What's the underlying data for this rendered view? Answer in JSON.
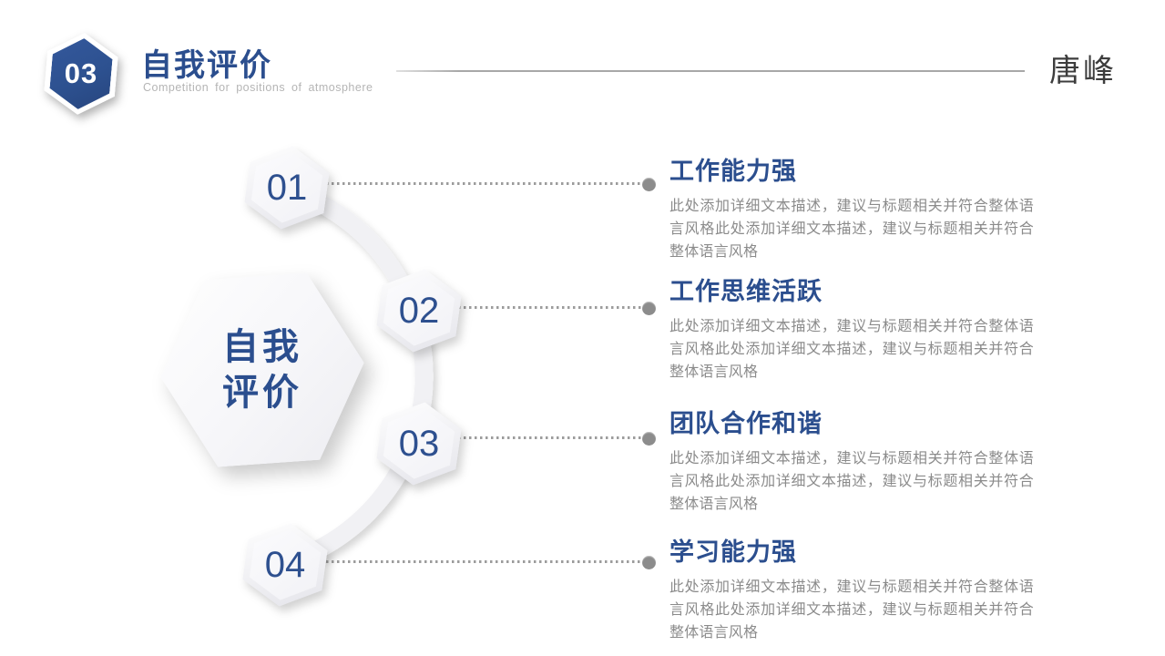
{
  "slide": {
    "badge_number": "03",
    "title": "自我评价",
    "subtitle": "Competition for positions of atmosphere",
    "presenter": "唐峰"
  },
  "center_hexagon": {
    "line1": "自我",
    "line2": "评价"
  },
  "items": [
    {
      "number": "01",
      "title": "工作能力强",
      "body": "此处添加详细文本描述，建议与标题相关并符合整体语言风格此处添加详细文本描述，建议与标题相关并符合整体语言风格"
    },
    {
      "number": "02",
      "title": "工作思维活跃",
      "body": "此处添加详细文本描述，建议与标题相关并符合整体语言风格此处添加详细文本描述，建议与标题相关并符合整体语言风格"
    },
    {
      "number": "03",
      "title": "团队合作和谐",
      "body": "此处添加详细文本描述，建议与标题相关并符合整体语言风格此处添加详细文本描述，建议与标题相关并符合整体语言风格"
    },
    {
      "number": "04",
      "title": "学习能力强",
      "body": "此处添加详细文本描述，建议与标题相关并符合整体语言风格此处添加详细文本描述，建议与标题相关并符合整体语言风格"
    }
  ],
  "colors": {
    "accent_blue": "#2B4E8E",
    "badge_blue": "#2D5190",
    "body_gray": "#8B8B8B",
    "subtitle_gray": "#B5B5B5",
    "divider_gray": "#A8A8A8",
    "dot_gray": "#8C8C8C",
    "shape_fill": "#F2F2F5"
  }
}
